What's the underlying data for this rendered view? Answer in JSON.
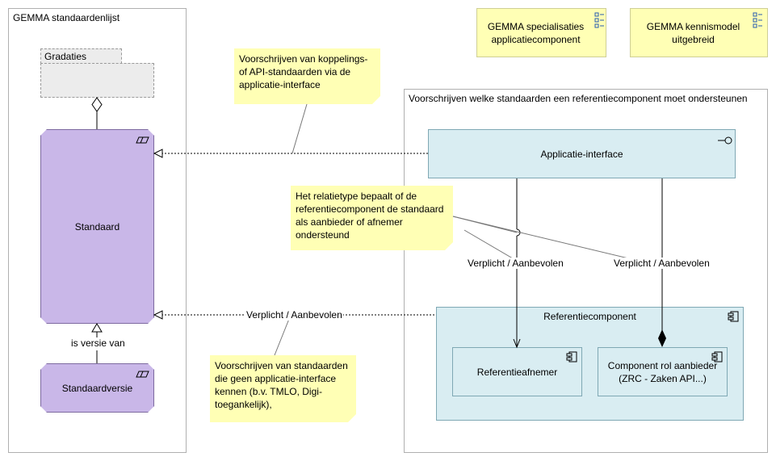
{
  "groups": {
    "standaardenlijst": "GEMMA standaardenlijst",
    "referentie": "Voorschrijven welke standaarden een referentiecomponent moet ondersteunen"
  },
  "top_notes": {
    "specialisaties": "GEMMA specialisaties applicatiecomponent",
    "kennismodel": "GEMMA kennismodel uitgebreid"
  },
  "elements": {
    "gradaties": "Gradaties",
    "standaard": "Standaard",
    "standaardversie": "Standaardversie",
    "applicatie_interface": "Applicatie-interface",
    "referentiecomponent": "Referentiecomponent",
    "referentieafnemer": "Referentieafnemer",
    "component_rol_aanbieder": "Component rol aanbieder (ZRC - Zaken API...)"
  },
  "notes": {
    "koppelingen": "Voorschrijven van koppelings- of API-standaarden via de applicatie-interface",
    "relatietype": "Het relatietype bepaalt of de referentiecomponent de standaard als aanbieder of afnemer ondersteund",
    "zonder_interface": "Voorschrijven van standaarden die geen applicatie-interface kennen (b.v. TMLO, Digi-toegankelijk),"
  },
  "edge_labels": {
    "is_versie_van": "is versie van",
    "verplicht_1": "Verplicht / Aanbevolen",
    "verplicht_2": "Verplicht / Aanbevolen",
    "verplicht_3": "Verplicht / Aanbevolen"
  },
  "colors": {
    "business_object": "#c9b7e8",
    "application": "#d9edf2",
    "note": "#ffffb5",
    "group_border": "#b0b0b0"
  }
}
